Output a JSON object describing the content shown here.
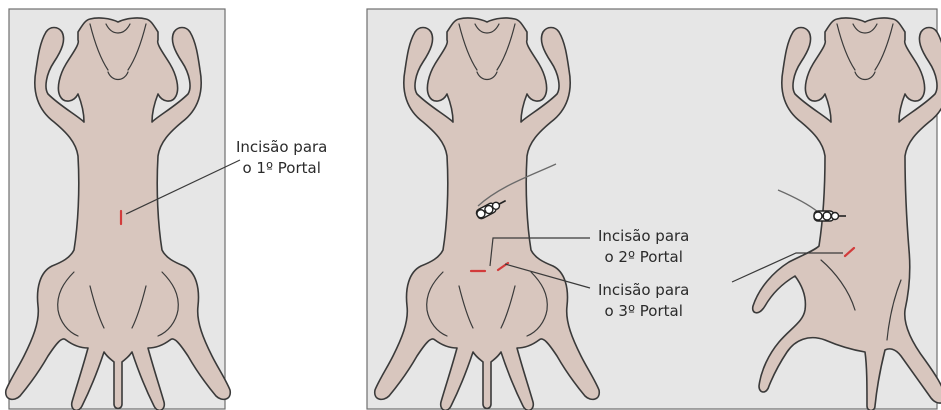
{
  "labels": {
    "portal1": {
      "line1": "Incisão para",
      "line2": "o 1º Portal"
    },
    "portal2": {
      "line1": "Incisão para",
      "line2": "o 2º Portal"
    },
    "portal3": {
      "line1": "Incisão para",
      "line2": "o 3º Portal"
    }
  },
  "colors": {
    "panel": "#e6e6e6",
    "body": "#d8c6be",
    "outline": "#3a3a3a",
    "incision": "#d23b3b"
  },
  "icons": [
    "dog-silhouette",
    "trocar-instrument",
    "incision-mark"
  ]
}
